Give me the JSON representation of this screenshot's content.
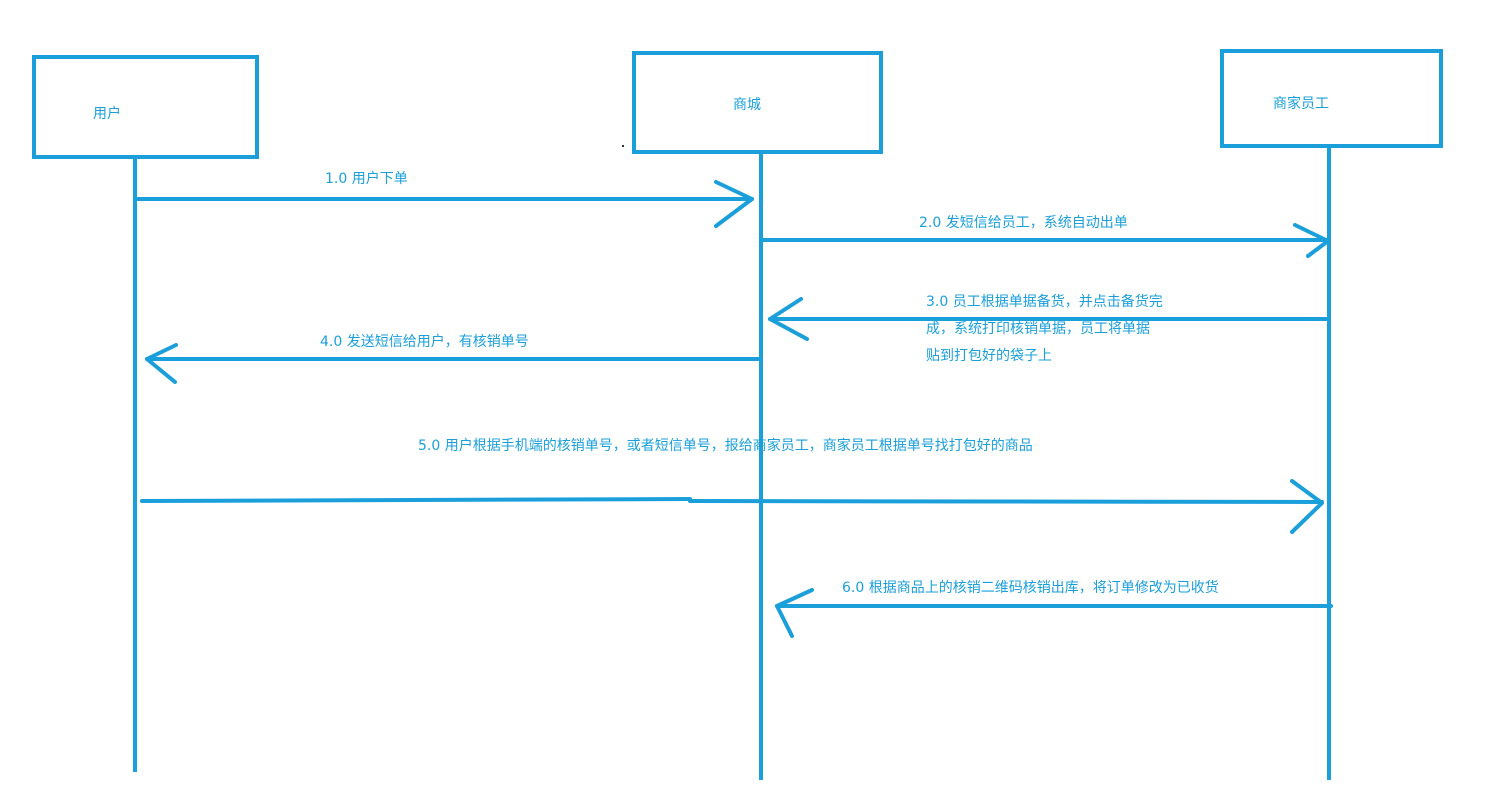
{
  "colors": {
    "accent": "#1a9fdb",
    "background": "#ffffff"
  },
  "actors": [
    {
      "id": "user",
      "label": "用户"
    },
    {
      "id": "mall",
      "label": "商城"
    },
    {
      "id": "merchant",
      "label": "商家员工"
    }
  ],
  "messages": [
    {
      "from": "user",
      "to": "mall",
      "lines": [
        "1.0 用户下单"
      ]
    },
    {
      "from": "mall",
      "to": "merchant",
      "lines": [
        "2.0 发短信给员工，系统自动出单"
      ]
    },
    {
      "from": "merchant",
      "to": "mall",
      "lines": [
        "3.0 员工根据单据备货，并点击备货完",
        "成，系统打印核销单据，员工将单据",
        "贴到打包好的袋子上"
      ]
    },
    {
      "from": "mall",
      "to": "user",
      "lines": [
        "4.0 发送短信给用户，有核销单号"
      ]
    },
    {
      "from": "user",
      "to": "merchant",
      "lines": [
        "5.0 用户根据手机端的核销单号，或者短信单号，报给商家员工，商家员工根据单号找打包好的商品"
      ]
    },
    {
      "from": "merchant",
      "to": "mall",
      "lines": [
        "6.0 根据商品上的核销二维码核销出库，将订单修改为已收货"
      ]
    }
  ]
}
